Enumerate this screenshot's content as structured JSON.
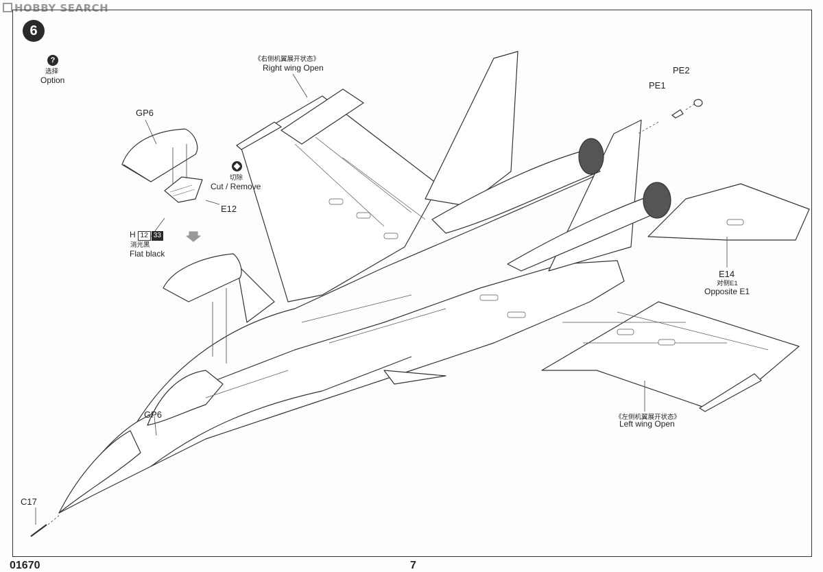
{
  "watermark": "HOBBY SEARCH",
  "step_number": "6",
  "option": {
    "icon": "?",
    "cn": "选择",
    "en": "Option"
  },
  "parts": {
    "gp6_top": "GP6",
    "gp6_nose": "GP6",
    "e12": "E12",
    "c17": "C17",
    "pe1": "PE1",
    "pe2": "PE2",
    "e14": "E14"
  },
  "cut_remove": {
    "cn": "切除",
    "en": "Cut / Remove"
  },
  "paint": {
    "letter": "H",
    "code1": "12",
    "code2": "33",
    "cn": "消光黑",
    "en": "Flat black"
  },
  "right_wing": {
    "cn": "《右侧机翼展开状态》",
    "en": "Right wing Open"
  },
  "opposite": {
    "cn": "对侧E1",
    "en": "Opposite E1"
  },
  "left_wing": {
    "cn": "《左侧机翼展开状态》",
    "en": "Left wing Open"
  },
  "footer": {
    "code": "01670",
    "page": "7"
  }
}
